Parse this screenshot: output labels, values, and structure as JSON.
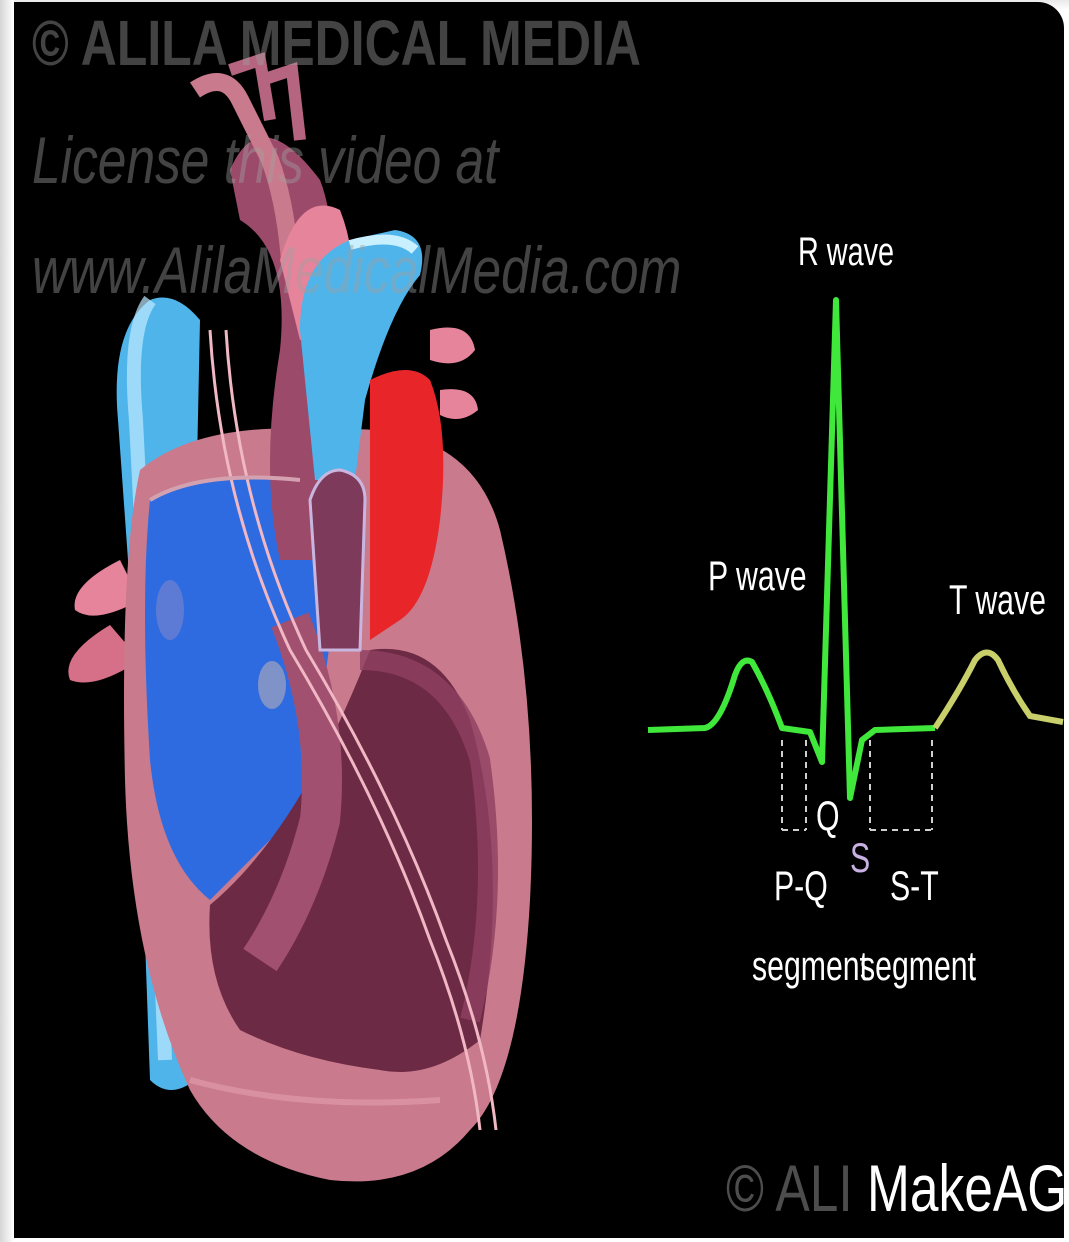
{
  "watermark": {
    "line1": "© ALILA MEDICAL MEDIA",
    "line2": "License this video at",
    "line3": "www.AlilaMedicalMedia.com"
  },
  "ecg": {
    "r_wave": "R wave",
    "p_wave": "P wave",
    "t_wave": "T wave",
    "q": "Q",
    "s": "S",
    "pq": "P-Q",
    "pq_segment": "segment",
    "st": "S-T",
    "st_segment": "segment",
    "trace_color": "#3fe83a",
    "t_wave_color": "#c9cf6a"
  },
  "footer": {
    "copyright_mark": "© ALI",
    "site": "MakeAGIF.com"
  },
  "colors": {
    "background": "#000000",
    "deoxygenated": "#2f6be0",
    "oxygenated": "#e8262a",
    "muscle": "#c97a8c"
  }
}
